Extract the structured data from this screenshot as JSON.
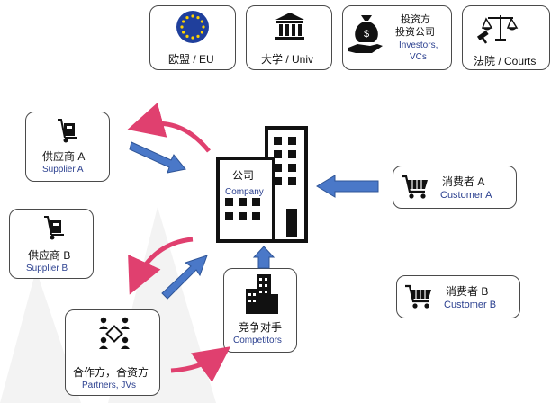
{
  "top_row": [
    {
      "label": "欧盟 / EU",
      "icon": "eu-flag-icon"
    },
    {
      "label": "大学 / Univ",
      "icon": "university-building-icon"
    },
    {
      "label_zh_1": "投资方",
      "label_zh_2": "投资公司",
      "label_en_1": "Investors,",
      "label_en_2": "VCs",
      "icon": "money-bag-hand-icon"
    },
    {
      "label": "法院 / Courts",
      "icon": "scales-gavel-icon"
    }
  ],
  "suppliers": [
    {
      "zh": "供应商 A",
      "en": "Supplier A",
      "icon": "hand-truck-icon"
    },
    {
      "zh": "供应商 B",
      "en": "Supplier B",
      "icon": "hand-truck-icon"
    }
  ],
  "partners": {
    "zh": "合作方，合资方",
    "en": "Partners, JVs",
    "icon": "network-people-icon"
  },
  "company": {
    "zh": "公司",
    "en": "Company",
    "icon": "office-building-icon"
  },
  "competitors": {
    "zh": "竞争对手",
    "en": "Competitors",
    "icon": "city-buildings-icon"
  },
  "customers": [
    {
      "zh": "消费者 A",
      "en": "Customer A",
      "icon": "shopping-cart-icon"
    },
    {
      "zh": "消费者 B",
      "en": "Customer B",
      "icon": "shopping-cart-icon"
    }
  ],
  "colors": {
    "blue_arrow": "#4a78c8",
    "pink_arrow": "#e0406f",
    "box_border": "#4a4a4a",
    "en_text": "#2a3f8f",
    "eu_blue": "#1f3f9c",
    "eu_star": "#ffd200"
  }
}
